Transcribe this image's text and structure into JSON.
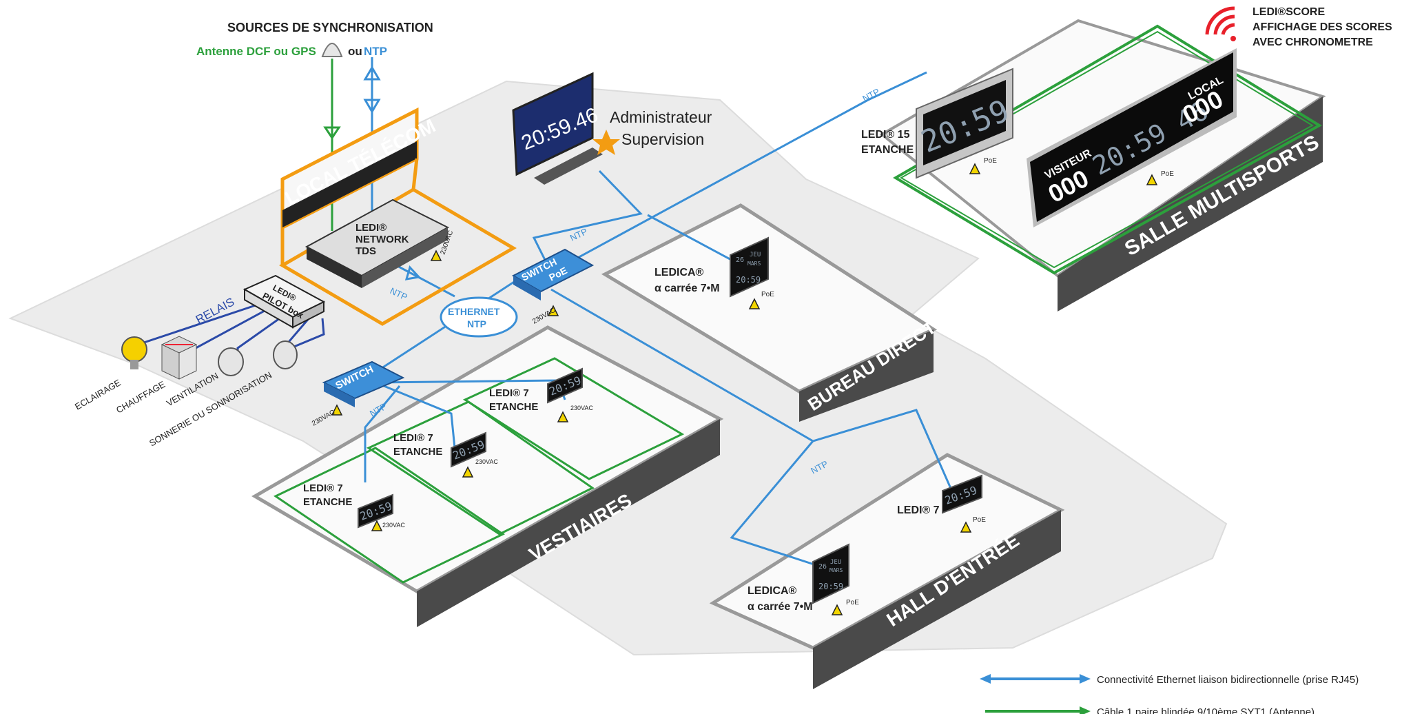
{
  "sync": {
    "title": "SOURCES DE SYNCHRONISATION",
    "antenna": "Antenne DCF ou GPS",
    "ou": "ou",
    "ntp": "NTP"
  },
  "local_telecom": "LOCAL TÉLÉCOM",
  "network_tds": {
    "line1": "LEDI®",
    "line2": "NETWORK",
    "line3": "TDS",
    "power": "230VAC"
  },
  "pilot_box": {
    "line1": "LEDI®",
    "line2": "PILOT box"
  },
  "relais": "RELAIS",
  "outputs": [
    "ECLAIRAGE",
    "CHAUFFAGE",
    "VENTILATION",
    "SONNERIE OU SONNORISATION"
  ],
  "admin": {
    "clock": "20:59.46",
    "line1": "Administrateur",
    "line2": "Supervision"
  },
  "switch_poe": {
    "line1": "SWITCH",
    "line2": "PoE",
    "power": "230VAC"
  },
  "switch": {
    "label": "SWITCH",
    "power": "230VAC"
  },
  "ethernet": {
    "line1": "ETHERNET",
    "line2": "NTP"
  },
  "ntp_label": "NTP",
  "vestiaires": {
    "zone": "VESTIAIRES",
    "clocks": [
      {
        "line1": "LEDI® 7",
        "line2": "ETANCHE",
        "time": "20:59",
        "power": "230VAC"
      },
      {
        "line1": "LEDI® 7",
        "line2": "ETANCHE",
        "time": "20:59",
        "power": "230VAC"
      },
      {
        "line1": "LEDI® 7",
        "line2": "ETANCHE",
        "time": "20:59",
        "power": "230VAC"
      }
    ]
  },
  "bureau": {
    "zone": "BUREAU DIRECTION",
    "line1": "LEDICA®",
    "line2": "α carrée 7•M",
    "date1": "26",
    "date2": "JEU",
    "date3": "MARS",
    "time": "20:59",
    "power": "PoE"
  },
  "hall": {
    "zone": "HALL D'ENTRÉE",
    "ledi7": {
      "label": "LEDI® 7",
      "time": "20:59",
      "power": "PoE"
    },
    "ledica": {
      "line1": "LEDICA®",
      "line2": "α carrée 7•M",
      "date1": "26",
      "date2": "JEU",
      "date3": "MARS",
      "time": "20:59",
      "power": "PoE"
    }
  },
  "salle": {
    "zone": "SALLE MULTISPORTS",
    "ledi15": {
      "line1": "LEDI® 15",
      "line2": "ETANCHE",
      "time": "20:59",
      "power": "PoE"
    },
    "score_title": {
      "line1": "LEDI®SCORE",
      "line2": "AFFICHAGE DES SCORES",
      "line3": "AVEC CHRONOMETRE"
    },
    "scoreboard": {
      "visitor_label": "VISITEUR",
      "visitor_score": "000",
      "local_label": "LOCAL",
      "local_score": "000",
      "time": "20:59 46",
      "power": "PoE"
    }
  },
  "legend": [
    {
      "text": "Connectivité Ethernet liaison bidirectionnelle (prise RJ45)",
      "color": "#3a8fd6"
    },
    {
      "text": "Câble 1 paire blindée 9/10ème SYT1 (Antenne)",
      "color": "#2ca03c"
    }
  ],
  "colors": {
    "ethernet": "#3a8fd6",
    "antenna": "#2ca03c",
    "telecom": "#f39c12",
    "relay": "#2b4aa8",
    "switch": "#3d8fd8"
  }
}
